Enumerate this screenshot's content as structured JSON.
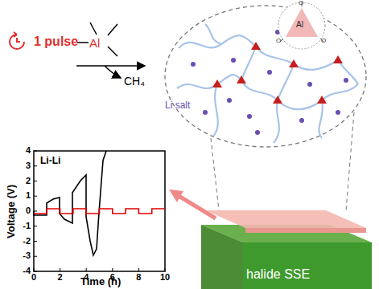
{
  "diagram": {
    "nodes": [
      {
        "text": [
          "halide SSE"
        ]
      }
    ],
    "labels": [
      "1 pulse",
      "Al",
      "CH₄",
      "Li salt",
      "O",
      "O",
      "O",
      "Al",
      "Li-Li",
      "Voltage (V)",
      "Time (h)",
      "4",
      "3",
      "2",
      "1",
      "0",
      "-1",
      "-2",
      "-3",
      "-4",
      "0",
      "2",
      "4",
      "6",
      "8",
      "10"
    ]
  }
}
